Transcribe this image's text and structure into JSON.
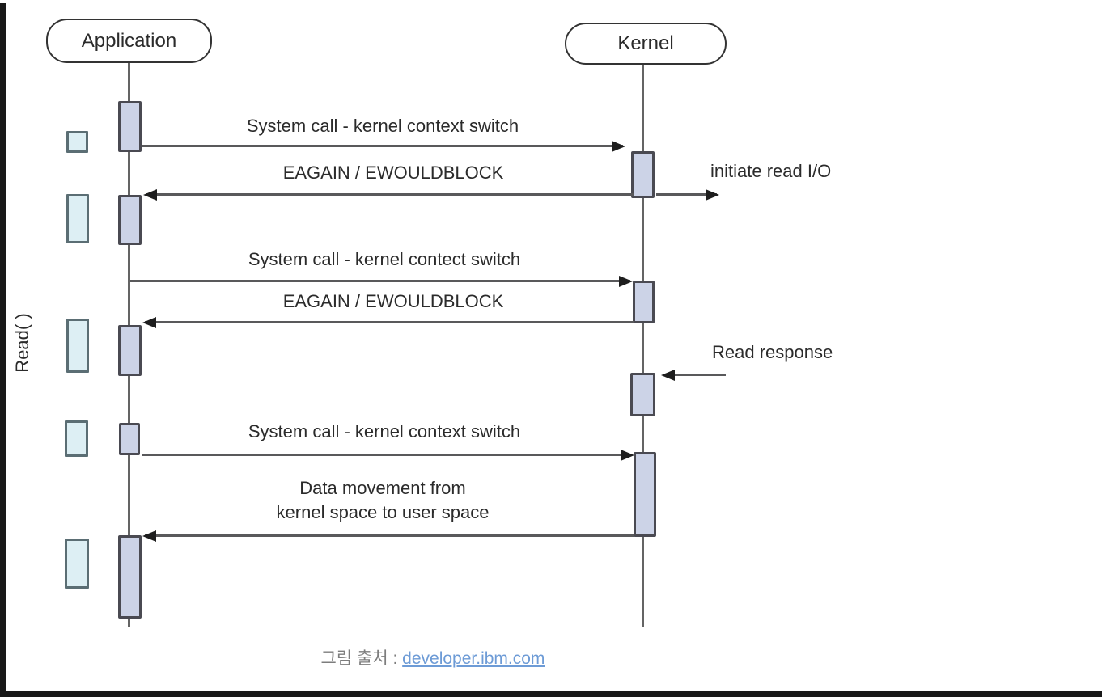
{
  "diagram": {
    "read_label": "Read( )",
    "actors": {
      "application": "Application",
      "kernel": "Kernel"
    },
    "messages": {
      "syscall1": "System call - kernel context switch",
      "eagain1": "EAGAIN / EWOULDBLOCK",
      "initiate_read": "initiate read I/O",
      "syscall2": "System call - kernel contect switch",
      "eagain2": "EAGAIN / EWOULDBLOCK",
      "read_response": "Read response",
      "syscall3": "System call - kernel context switch",
      "data_movement_line1": "Data movement from",
      "data_movement_line2": "kernel space to user space"
    },
    "caption": {
      "prefix": "그림 출처 : ",
      "link_text": "developer.ibm.com"
    },
    "colors": {
      "activation_fill": "#ccd3e7",
      "activation_border": "#4a4a52",
      "buffer_fill": "#ddeff4",
      "buffer_border": "#5b6e74",
      "lifeline": "#646464",
      "arrow": "#59595b",
      "text": "#2b2b2b",
      "caption_text": "#7d7d7d",
      "link": "#6d9bd6"
    }
  }
}
